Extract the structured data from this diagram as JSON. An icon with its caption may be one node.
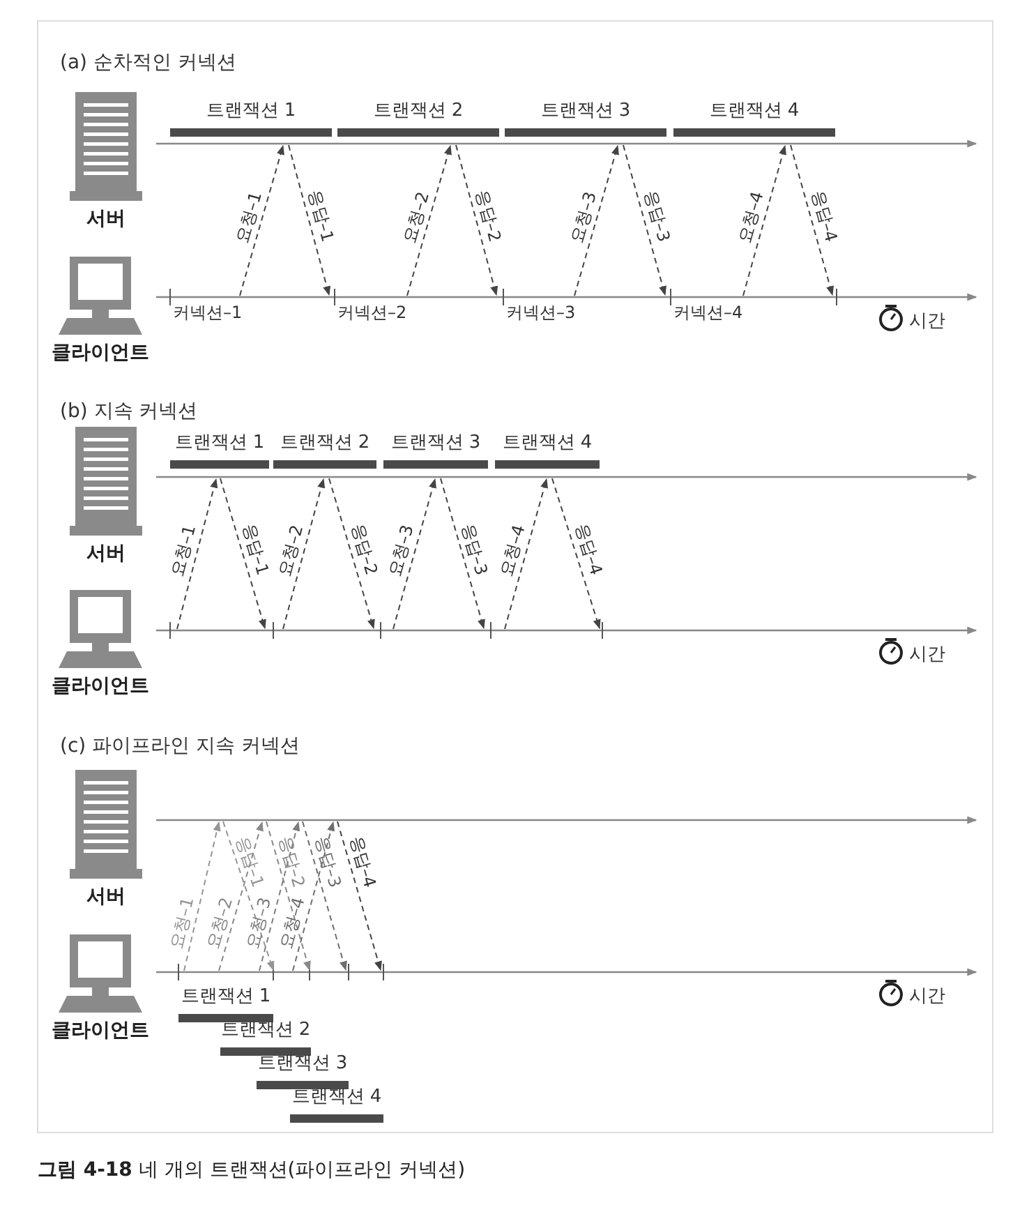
{
  "diagram": {
    "caption": "**그림 4-18** 네 개의 트랜잭션(파이프라인 커넥션)",
    "nodes": [
      {
        "text": [
          "서버"
        ]
      },
      {
        "text": [
          "클라이언트"
        ]
      },
      {
        "text": [],
        "shape": "line"
      },
      {
        "text": [],
        "shape": "line",
        "beside": [
          "시간"
        ]
      },
      {
        "text": [
          "트랜잭션 1"
        ]
      },
      {
        "text": [
          "트랜잭션 2"
        ]
      },
      {
        "text": [
          "트랜잭션 3"
        ]
      },
      {
        "text": [
          "트랜잭션 4"
        ]
      },
      {
        "text": [
          "서버"
        ]
      },
      {
        "text": [
          "클라이언트"
        ]
      },
      {
        "text": [],
        "shape": "line"
      },
      {
        "text": [],
        "shape": "line",
        "beside": [
          "시간"
        ]
      },
      {
        "text": [
          "트랜잭션 1"
        ]
      },
      {
        "text": [
          "트랜잭션 2"
        ]
      },
      {
        "text": [
          "트랜잭션 3"
        ]
      },
      {
        "text": [
          "트랜잭션 4"
        ]
      },
      {
        "text": [
          "서버"
        ]
      },
      {
        "text": [
          "클라이언트"
        ]
      },
      {
        "text": [],
        "shape": "line"
      },
      {
        "text": [],
        "shape": "line",
        "beside": [
          "시간"
        ]
      },
      {
        "text": [
          "트랜잭션 1"
        ]
      },
      {
        "text": [
          "트랜잭션 2"
        ]
      },
      {
        "text": [
          "트랜잭션 3"
        ]
      },
      {
        "text": [
          "트랜잭션 4"
        ]
      }
    ],
    "edges": [
      {
        "from": 3,
        "to": 2,
        "arrow": "to",
        "label": "요청–1",
        "style": "dashed"
      },
      {
        "from": 2,
        "to": 3,
        "arrow": "to",
        "label": "응답–1",
        "style": "dashed"
      },
      {
        "from": 3,
        "to": 2,
        "arrow": "to",
        "label": "요청–2",
        "style": "dashed"
      },
      {
        "from": 2,
        "to": 3,
        "arrow": "to",
        "label": "응답–2",
        "style": "dashed"
      },
      {
        "from": 3,
        "to": 2,
        "arrow": "to",
        "label": "요청–3",
        "style": "dashed"
      },
      {
        "from": 2,
        "to": 3,
        "arrow": "to",
        "label": "응답–3",
        "style": "dashed"
      },
      {
        "from": 3,
        "to": 2,
        "arrow": "to",
        "label": "요청–4",
        "style": "dashed"
      },
      {
        "from": 2,
        "to": 3,
        "arrow": "to",
        "label": "응답–4",
        "style": "dashed"
      },
      {
        "from": 11,
        "to": 10,
        "arrow": "to",
        "label": "요청–1",
        "style": "dashed"
      },
      {
        "from": 10,
        "to": 11,
        "arrow": "to",
        "label": "응답–1",
        "style": "dashed"
      },
      {
        "from": 11,
        "to": 10,
        "arrow": "to",
        "label": "요청–2",
        "style": "dashed"
      },
      {
        "from": 10,
        "to": 11,
        "arrow": "to",
        "label": "응답–2",
        "style": "dashed"
      },
      {
        "from": 11,
        "to": 10,
        "arrow": "to",
        "label": "요청–3",
        "style": "dashed"
      },
      {
        "from": 10,
        "to": 11,
        "arrow": "to",
        "label": "응답–3",
        "style": "dashed"
      },
      {
        "from": 11,
        "to": 10,
        "arrow": "to",
        "label": "요청–4",
        "style": "dashed"
      },
      {
        "from": 10,
        "to": 11,
        "arrow": "to",
        "label": "응답–4",
        "style": "dashed"
      },
      {
        "from": 19,
        "to": 18,
        "arrow": "to",
        "label": "요청–1",
        "style": "dashed",
        "color": "#959595"
      },
      {
        "from": 18,
        "to": 19,
        "arrow": "to",
        "label": "응답–1",
        "style": "dashed",
        "color": "#959595"
      },
      {
        "from": 19,
        "to": 18,
        "arrow": "to",
        "label": "요청–2",
        "style": "dashed",
        "color": "#898989"
      },
      {
        "from": 18,
        "to": 19,
        "arrow": "to",
        "label": "응답–2",
        "style": "dashed",
        "color": "#898989"
      },
      {
        "from": 19,
        "to": 18,
        "arrow": "to",
        "label": "요청–3",
        "style": "dashed",
        "color": "#7d7d7d"
      },
      {
        "from": 18,
        "to": 19,
        "arrow": "to",
        "label": "응답–3",
        "style": "dashed",
        "color": "#6e6e6e"
      },
      {
        "from": 19,
        "to": 18,
        "arrow": "to",
        "label": "요청–4",
        "style": "dashed",
        "color": "#6e6e6e"
      },
      {
        "from": 18,
        "to": 19,
        "arrow": "to",
        "label": "응답–4",
        "style": "dashed"
      }
    ],
    "labels": [
      "(a) 순차적인 커넥션",
      "커넥션–1",
      "커넥션–2",
      "커넥션–3",
      "커넥션–4",
      "(b) 지속 커넥션",
      "(c) 파이프라인 지속 커넥션"
    ]
  }
}
